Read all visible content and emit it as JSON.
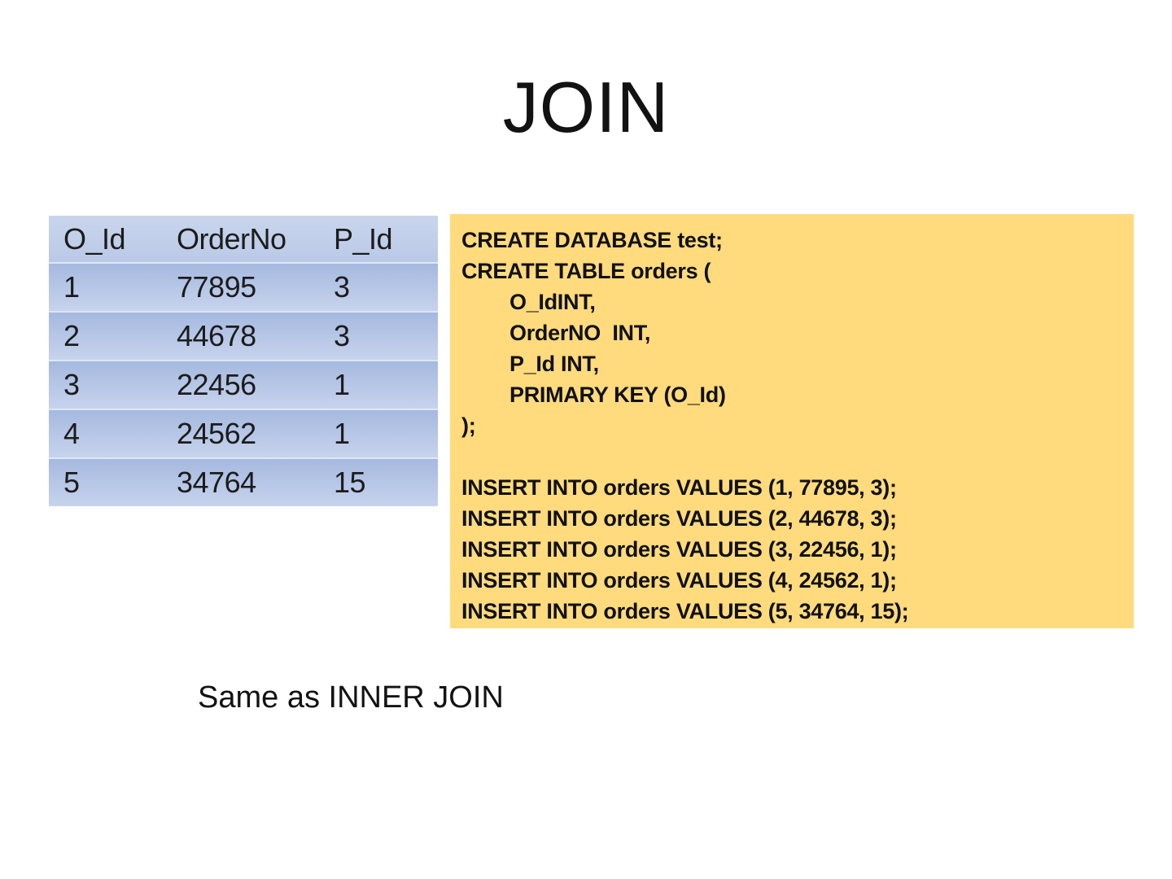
{
  "slide": {
    "title": "JOIN",
    "caption": "Same as INNER JOIN"
  },
  "orders_table": {
    "columns": [
      "O_Id",
      "OrderNo",
      "P_Id"
    ],
    "rows": [
      [
        "1",
        "77895",
        "3"
      ],
      [
        "2",
        "44678",
        "3"
      ],
      [
        "3",
        "22456",
        "1"
      ],
      [
        "4",
        "24562",
        "1"
      ],
      [
        "5",
        "34764",
        "15"
      ]
    ]
  },
  "sql_code": {
    "lines": [
      "CREATE DATABASE test;",
      "CREATE TABLE orders (",
      "O_IdINT,",
      "OrderNO  INT,",
      "P_Id INT,",
      "PRIMARY KEY (O_Id)",
      ");",
      "",
      "INSERT INTO orders VALUES (1, 77895, 3);",
      "INSERT INTO orders VALUES (2, 44678, 3);",
      "INSERT INTO orders VALUES (3, 22456, 1);",
      "INSERT INTO orders VALUES (4, 24562, 1);",
      "INSERT INTO orders VALUES (5, 34764, 15);"
    ]
  },
  "colors": {
    "code_box_bg": "#FFDB7E",
    "table_header_top": "#c9d5ed",
    "table_header_bottom": "#bac9e7",
    "table_row_top": "#a5b9df",
    "table_row_bottom": "#c7d3ed",
    "row_separator": "#dde7f5",
    "text": "#121212"
  }
}
